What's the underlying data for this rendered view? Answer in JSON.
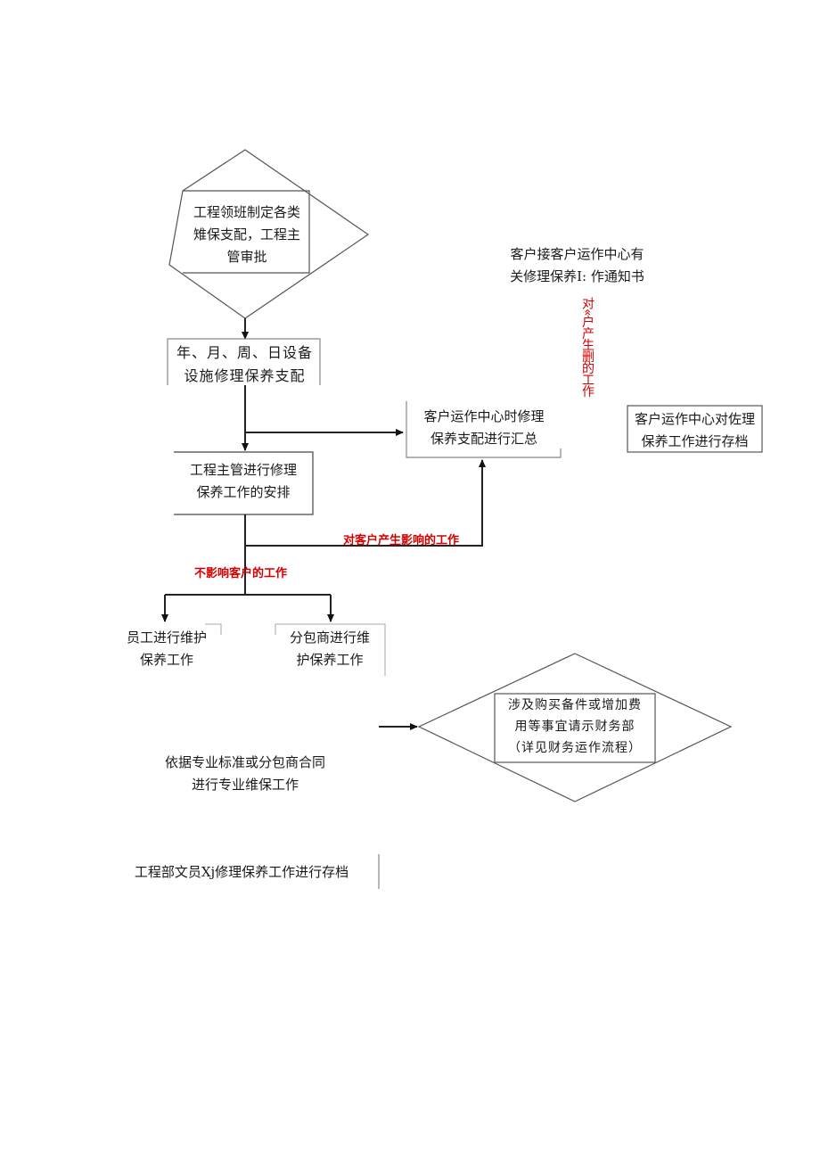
{
  "nodes": {
    "plan_approval": {
      "lines": [
        "工程领班制定各类",
        "雉保支配，工程主",
        "管审批"
      ]
    },
    "schedule": {
      "lines": [
        "年、月、周、日设备",
        "设施修理保养支配"
      ]
    },
    "customer_notice": {
      "lines": [
        "客户接客户运作中心有",
        "关修理保养I: 作通知书"
      ]
    },
    "summary": {
      "lines": [
        "客户运作中心时修理",
        "保养支配进行汇总"
      ]
    },
    "archive_customer": {
      "lines": [
        "客户运作中心对佐理",
        "保养工作进行存档"
      ]
    },
    "arrange": {
      "lines": [
        "工程主管进行修理",
        "保养工作的安排"
      ]
    },
    "staff": {
      "lines": [
        "员工进行维护",
        "保养工作"
      ]
    },
    "subcontractor": {
      "lines": [
        "分包商进行维",
        "护保养工作"
      ]
    },
    "purchase": {
      "lines": [
        "涉及购买备件或增加费",
        "用等事宜请示财务部",
        "（详见财务运作流程）"
      ]
    },
    "standard": {
      "lines": [
        "依据专业标准或分包商合同",
        "进行专业维保工作"
      ]
    },
    "archive_engineering": {
      "text": "工程部文员Xj修理保养工作进行存档"
    }
  },
  "labels": {
    "affects_customer": "对客户产生影响的工作",
    "no_affect_customer": "不影响客户的工作",
    "affects_customer_vertical": "对«户产生删的工作"
  },
  "colors": {
    "line": "#222222",
    "box_border": "#555555",
    "accent_red": "#d40000"
  }
}
